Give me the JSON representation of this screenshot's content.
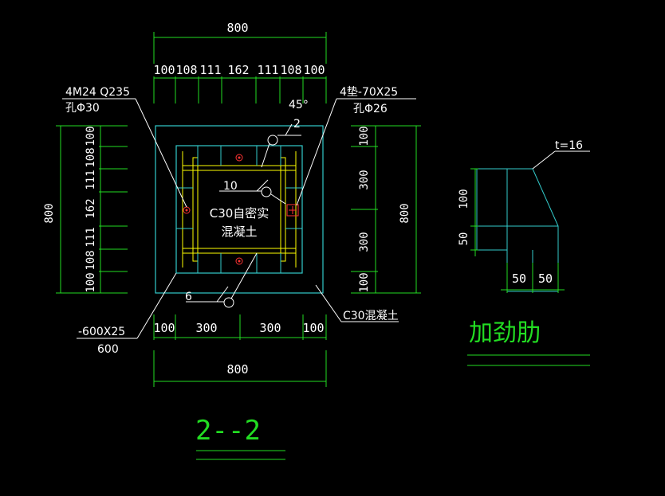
{
  "section_title": "2--2",
  "detail_title": "加劲肋",
  "top_overall_dim": "800",
  "top_dims": [
    "100",
    "108",
    "111",
    "162",
    "111",
    "108",
    "100"
  ],
  "left_overall_dim": "800",
  "left_dims": [
    "100",
    "108",
    "111",
    "162",
    "111",
    "108",
    "100"
  ],
  "right_overall_dim": "800",
  "right_dims": [
    "100",
    "300",
    "300",
    "100"
  ],
  "bottom_overall_dim": "800",
  "bottom_dims": [
    "100",
    "300",
    "300",
    "100"
  ],
  "bolt_note_line1": "4M24  Q235",
  "bolt_note_line2": "孔Φ30",
  "washer_note_line1": "4垫-70X25",
  "washer_note_line2": "孔Φ26",
  "angle_label": "45°",
  "center_label_line1": "C30自密实",
  "center_label_line2": "混凝土",
  "outer_concrete_label": "C30混凝土",
  "plate_note_line1": "-600X25",
  "plate_note_line2": "600",
  "weld_sizes": [
    "2",
    "10",
    "6"
  ],
  "rib_thickness_label": "t=16",
  "rib_height_dims": [
    "100",
    "50"
  ],
  "rib_width_dims": [
    "50",
    "50"
  ],
  "colors": {
    "dimension_lines": "#22dd22",
    "outer_box": "#33cccc",
    "plate": "#ffff00",
    "bolt": "#ff3333",
    "text": "#ffffff"
  }
}
